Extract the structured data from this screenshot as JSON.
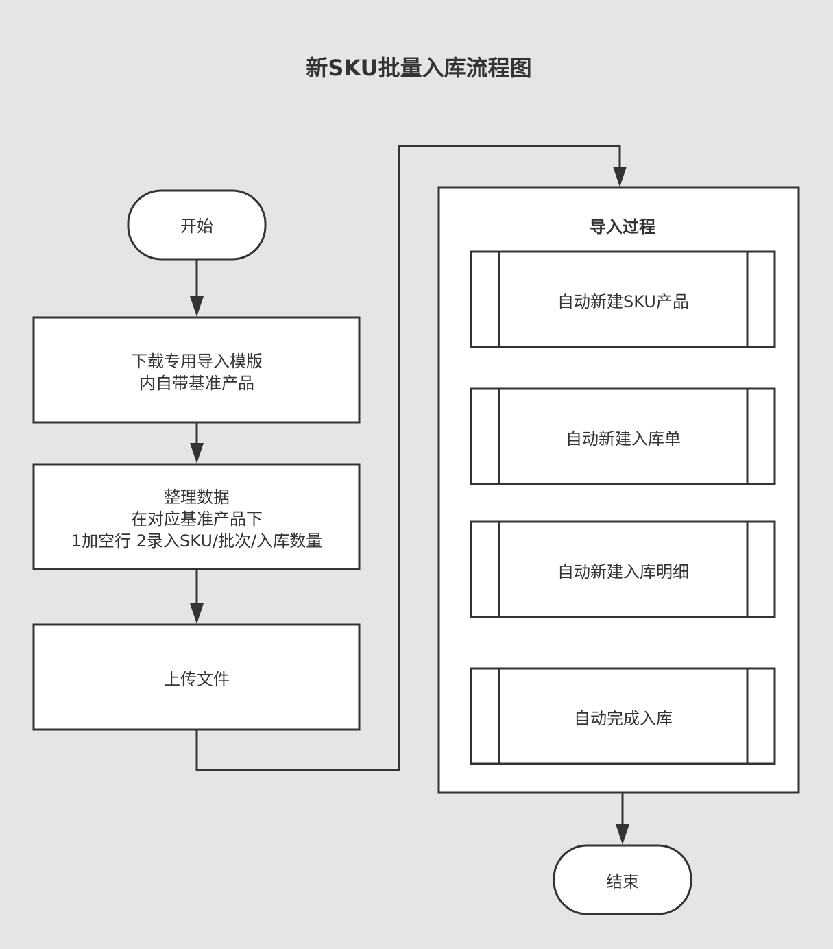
{
  "title": "新SKU批量入库流程图",
  "nodes": {
    "start": "开始",
    "download": [
      "下载专用导入模版",
      "内自带基准产品"
    ],
    "organize": [
      "整理数据",
      "在对应基准产品下",
      "1加空行 2录入SKU/批次/入库数量"
    ],
    "upload": "上传文件",
    "end": "结束"
  },
  "import_process": {
    "title": "导入过程",
    "steps": [
      "自动新建SKU产品",
      "自动新建入库单",
      "自动新建入库明细",
      "自动完成入库"
    ]
  },
  "colors": {
    "background": "#e5e5e5",
    "stroke": "#333333",
    "fill": "#ffffff"
  }
}
